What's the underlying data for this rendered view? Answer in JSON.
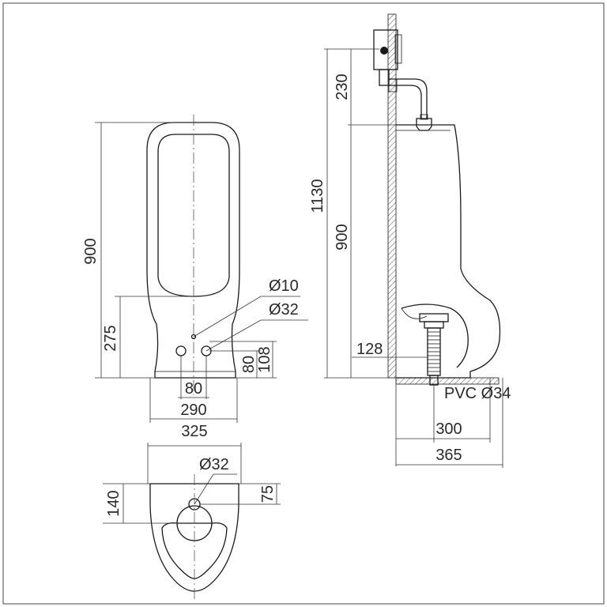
{
  "front_view": {
    "height_total": "900",
    "height_outlet": "275",
    "hole_small": "Ø10",
    "hole_large": "Ø32",
    "spacing_holes": "80",
    "width_base": "290",
    "dim_80": "80",
    "dim_108": "108"
  },
  "side_view": {
    "height_valve": "230",
    "height_total": "1130",
    "height_unit": "900",
    "height_outlet": "128",
    "pipe_label": "PVC Ø34",
    "depth_outlet": "300",
    "depth_total": "365"
  },
  "top_view": {
    "width_total": "325",
    "hole": "Ø32",
    "depth_back": "140",
    "hole_offset": "75"
  }
}
